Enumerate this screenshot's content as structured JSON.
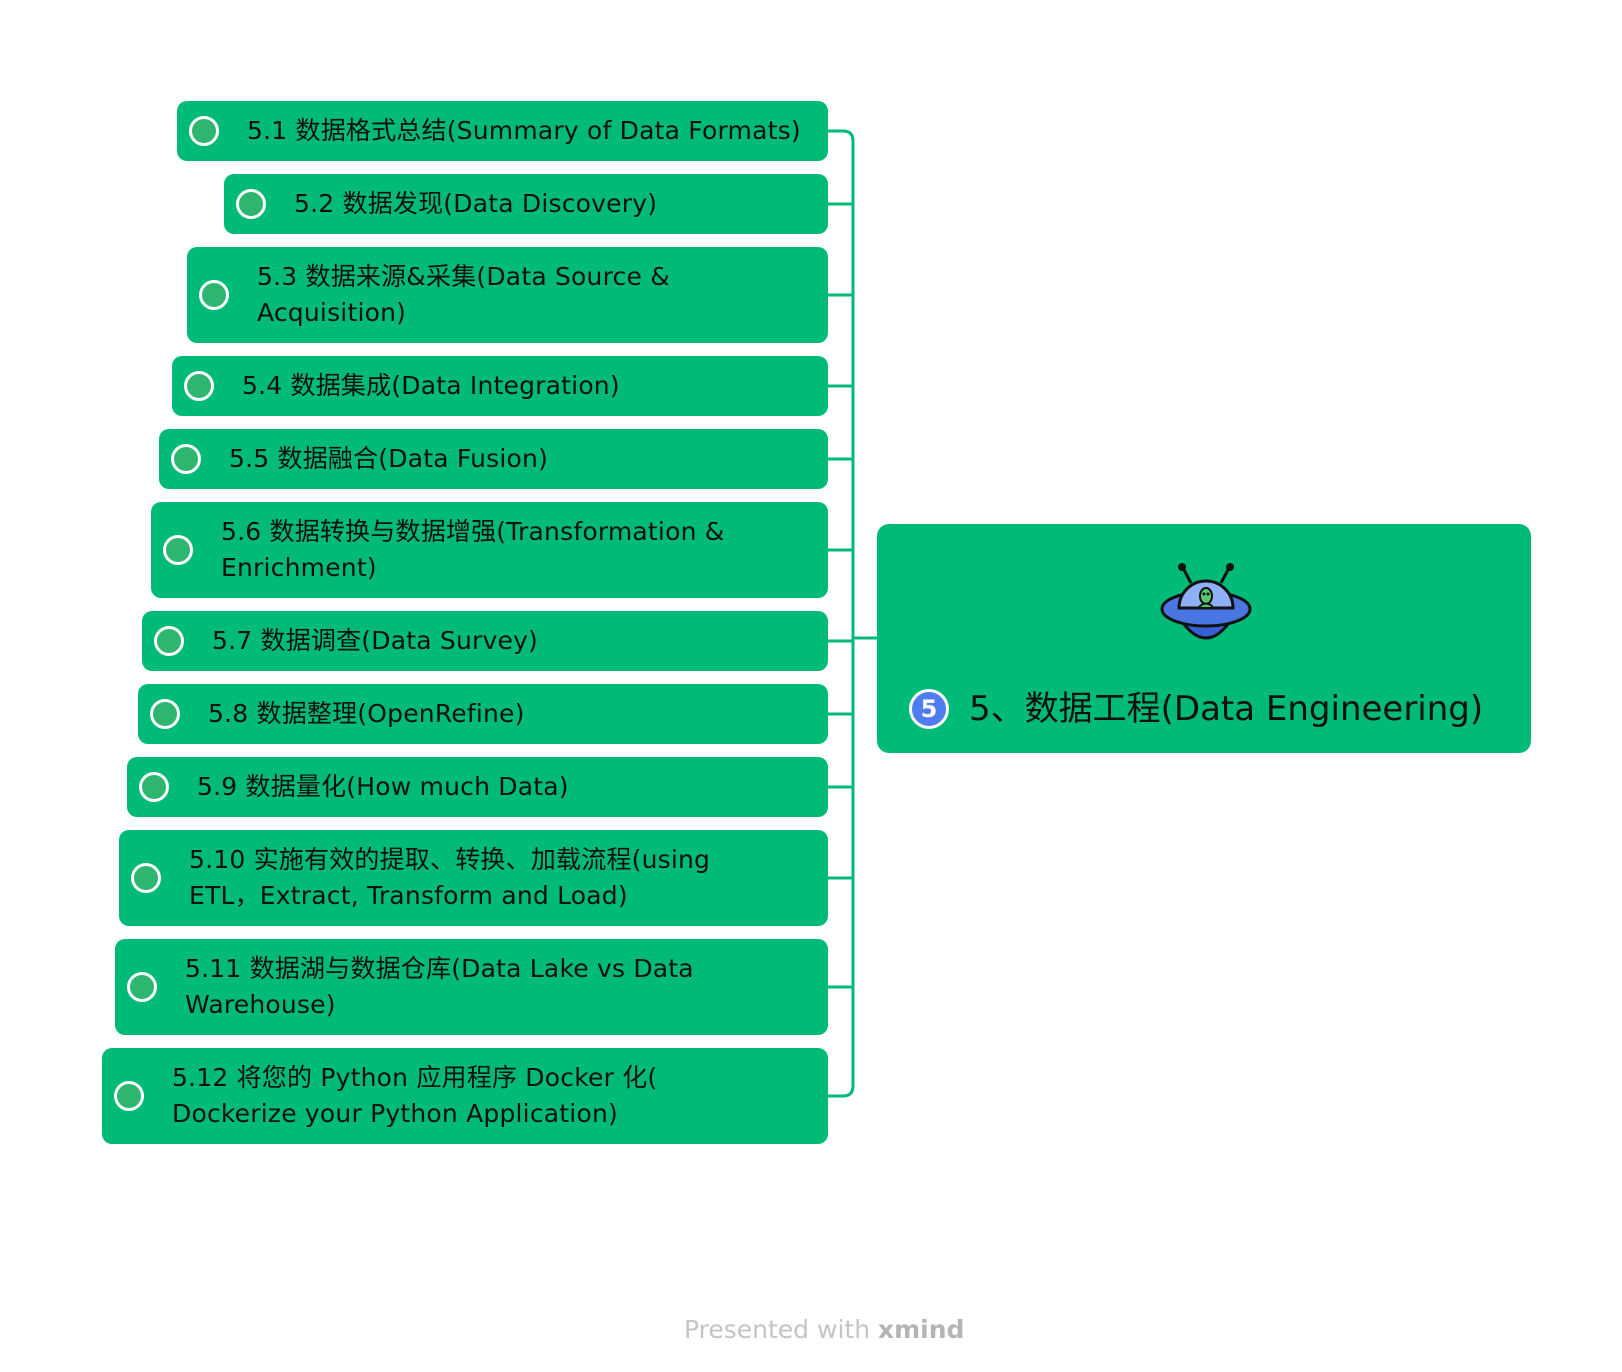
{
  "root": {
    "title": "5、数据工程(Data Engineering)",
    "badge": "5",
    "icon": "ufo-alien-icon"
  },
  "topics": [
    {
      "line1": "5.1 数据格式总结(Summary of Data Formats)",
      "line2": ""
    },
    {
      "line1": "5.2 数据发现(Data Discovery)",
      "line2": ""
    },
    {
      "line1": "5.3 数据来源&采集(Data Source &",
      "line2": "Acquisition)"
    },
    {
      "line1": "5.4 数据集成(Data Integration)",
      "line2": ""
    },
    {
      "line1": "5.5 数据融合(Data Fusion)",
      "line2": ""
    },
    {
      "line1": "5.6 数据转换与数据增强(Transformation &",
      "line2": "Enrichment)"
    },
    {
      "line1": "5.7 数据调查(Data Survey)",
      "line2": ""
    },
    {
      "line1": "5.8 数据整理(OpenRefine)",
      "line2": ""
    },
    {
      "line1": "5.9 数据量化(How much Data)",
      "line2": ""
    },
    {
      "line1": "5.10 实施有效的提取、转换、加载流程(using",
      "line2": "ETL，Extract, Transform and Load)"
    },
    {
      "line1": "5.11 数据湖与数据仓库(Data Lake vs Data",
      "line2": "Warehouse)"
    },
    {
      "line1": "5.12 将您的 Python 应用程序 Docker 化(",
      "line2": "Dockerize your Python Application)"
    }
  ],
  "footer": {
    "prefix": "Presented with",
    "brand": "xmind"
  },
  "colors": {
    "node": "#00BA78",
    "connector": "#00BA78",
    "checkbox": "#2EB56F",
    "badge": "#4F7DF0",
    "footer": "#C4C4C4"
  }
}
